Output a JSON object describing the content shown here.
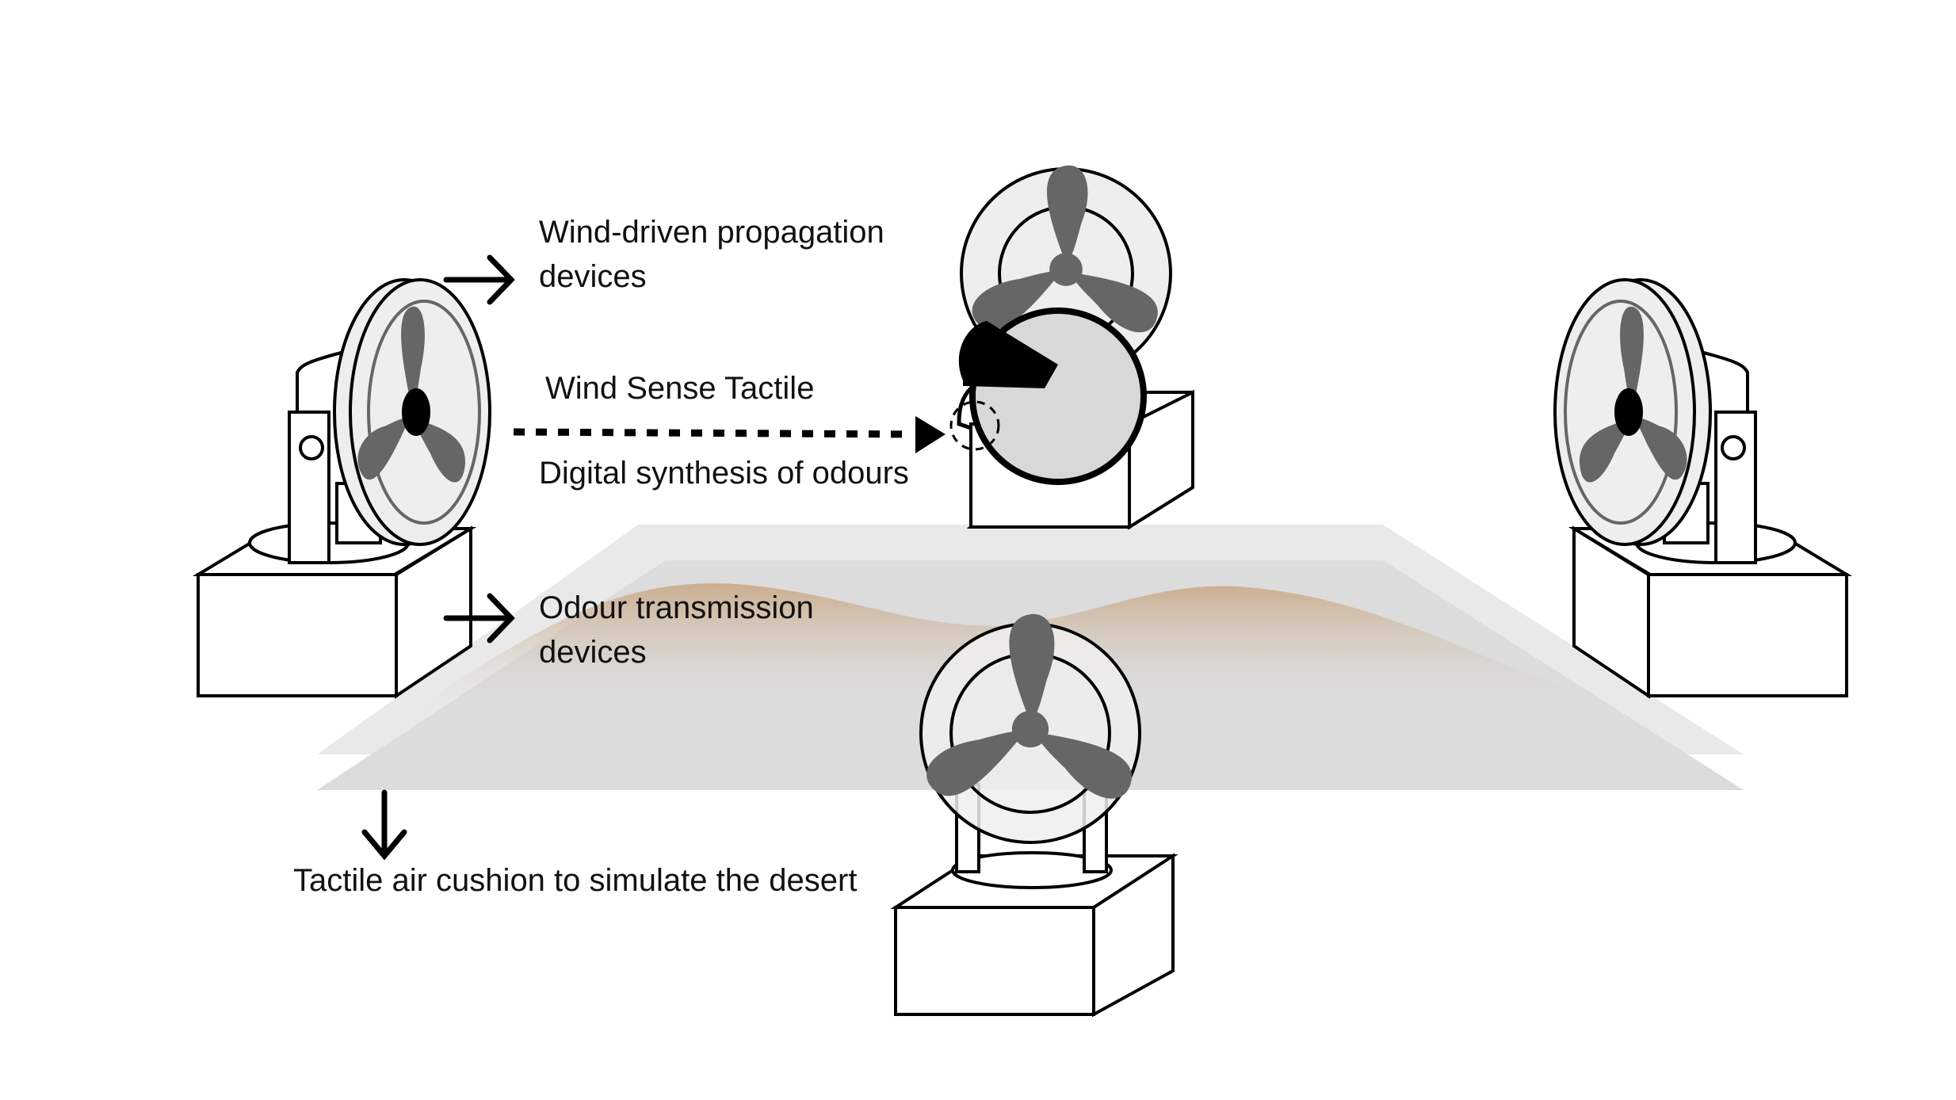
{
  "diagram": {
    "labels": {
      "wind_driven_line1": "Wind-driven propagation",
      "wind_driven_line2": "devices",
      "wind_sense": "Wind Sense Tactile",
      "digital_synthesis": "Digital synthesis of odours",
      "odour_line1": "Odour transmission",
      "odour_line2": "devices",
      "air_cushion": "Tactile air cushion to simulate the desert"
    },
    "colors": {
      "stroke": "#000000",
      "fan_face": "#eeeeee",
      "blade": "#666666",
      "head": "#d8d8d8",
      "cushion_top": "#e9e9e9",
      "cushion_mid": "#dcdcdc",
      "sand": "#c9a886"
    }
  }
}
